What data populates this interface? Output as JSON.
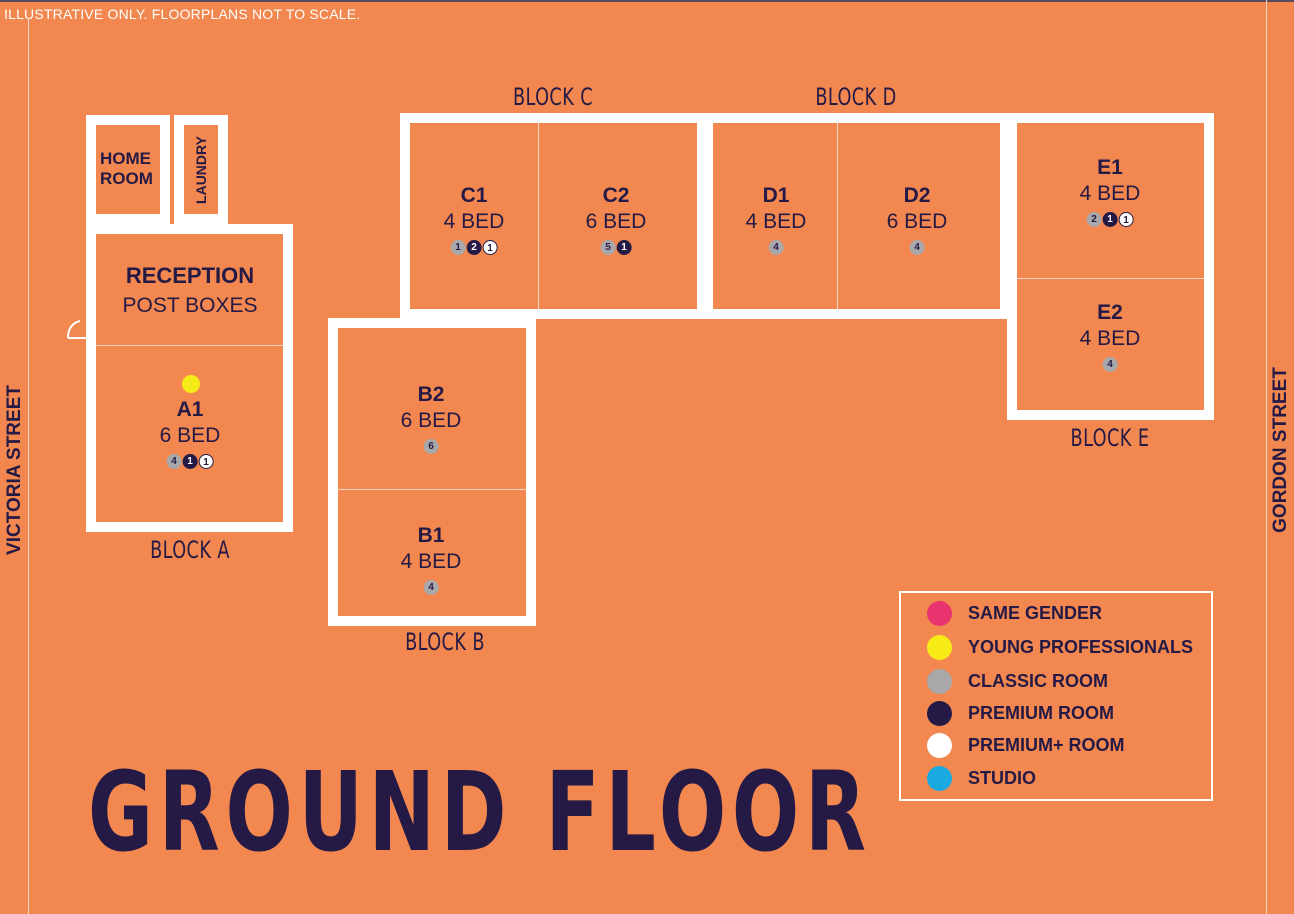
{
  "disclaimer": "ILLUSTRATIVE ONLY. FLOORPLANS NOT TO SCALE.",
  "streets": {
    "left": "VICTORIA STREET",
    "right": "GORDON STREET"
  },
  "colors": {
    "background": "#f2874f",
    "walls": "#ffffff",
    "text": "#241a45",
    "same_gender": "#e8336e",
    "young_professionals": "#f6eb16",
    "classic_room": "#a8a8aa",
    "premium_room": "#241a45",
    "premium_plus_room": "#ffffff",
    "studio": "#1ba9e1"
  },
  "block_labels": {
    "a": "BLOCK A",
    "b": "BLOCK B",
    "c": "BLOCK C",
    "d": "BLOCK D",
    "e": "BLOCK E"
  },
  "facilities": {
    "home_room": "HOME ROOM",
    "laundry": "LAUNDRY",
    "reception": "RECEPTION",
    "post_boxes": "POST BOXES"
  },
  "rooms": {
    "a1": {
      "code": "A1",
      "beds": "6 BED",
      "badges": [
        {
          "type": "classic",
          "n": "4"
        },
        {
          "type": "premium",
          "n": "1"
        },
        {
          "type": "premiumplus",
          "n": "1"
        }
      ],
      "young_professionals": true
    },
    "b2": {
      "code": "B2",
      "beds": "6 BED",
      "badges": [
        {
          "type": "classic",
          "n": "6"
        }
      ]
    },
    "b1": {
      "code": "B1",
      "beds": "4 BED",
      "badges": [
        {
          "type": "classic",
          "n": "4"
        }
      ]
    },
    "c1": {
      "code": "C1",
      "beds": "4 BED",
      "badges": [
        {
          "type": "classic",
          "n": "1"
        },
        {
          "type": "premium",
          "n": "2"
        },
        {
          "type": "premiumplus",
          "n": "1"
        }
      ]
    },
    "c2": {
      "code": "C2",
      "beds": "6 BED",
      "badges": [
        {
          "type": "classic",
          "n": "5"
        },
        {
          "type": "premium",
          "n": "1"
        }
      ]
    },
    "d1": {
      "code": "D1",
      "beds": "4 BED",
      "badges": [
        {
          "type": "classic",
          "n": "4"
        }
      ]
    },
    "d2": {
      "code": "D2",
      "beds": "6 BED",
      "badges": [
        {
          "type": "classic",
          "n": "4"
        }
      ]
    },
    "e1": {
      "code": "E1",
      "beds": "4 BED",
      "badges": [
        {
          "type": "classic",
          "n": "2"
        },
        {
          "type": "premium",
          "n": "1"
        },
        {
          "type": "premiumplus",
          "n": "1"
        }
      ]
    },
    "e2": {
      "code": "E2",
      "beds": "4 BED",
      "badges": [
        {
          "type": "classic",
          "n": "4"
        }
      ]
    }
  },
  "legend": [
    {
      "label": "SAME GENDER",
      "color": "#e8336e"
    },
    {
      "label": "YOUNG PROFESSIONALS",
      "color": "#f6eb16"
    },
    {
      "label": "CLASSIC ROOM",
      "color": "#a8a8aa"
    },
    {
      "label": "PREMIUM ROOM",
      "color": "#241a45"
    },
    {
      "label": "PREMIUM+ ROOM",
      "color": "#ffffff"
    },
    {
      "label": "STUDIO",
      "color": "#1ba9e1"
    }
  ],
  "title": "GROUND FLOOR"
}
